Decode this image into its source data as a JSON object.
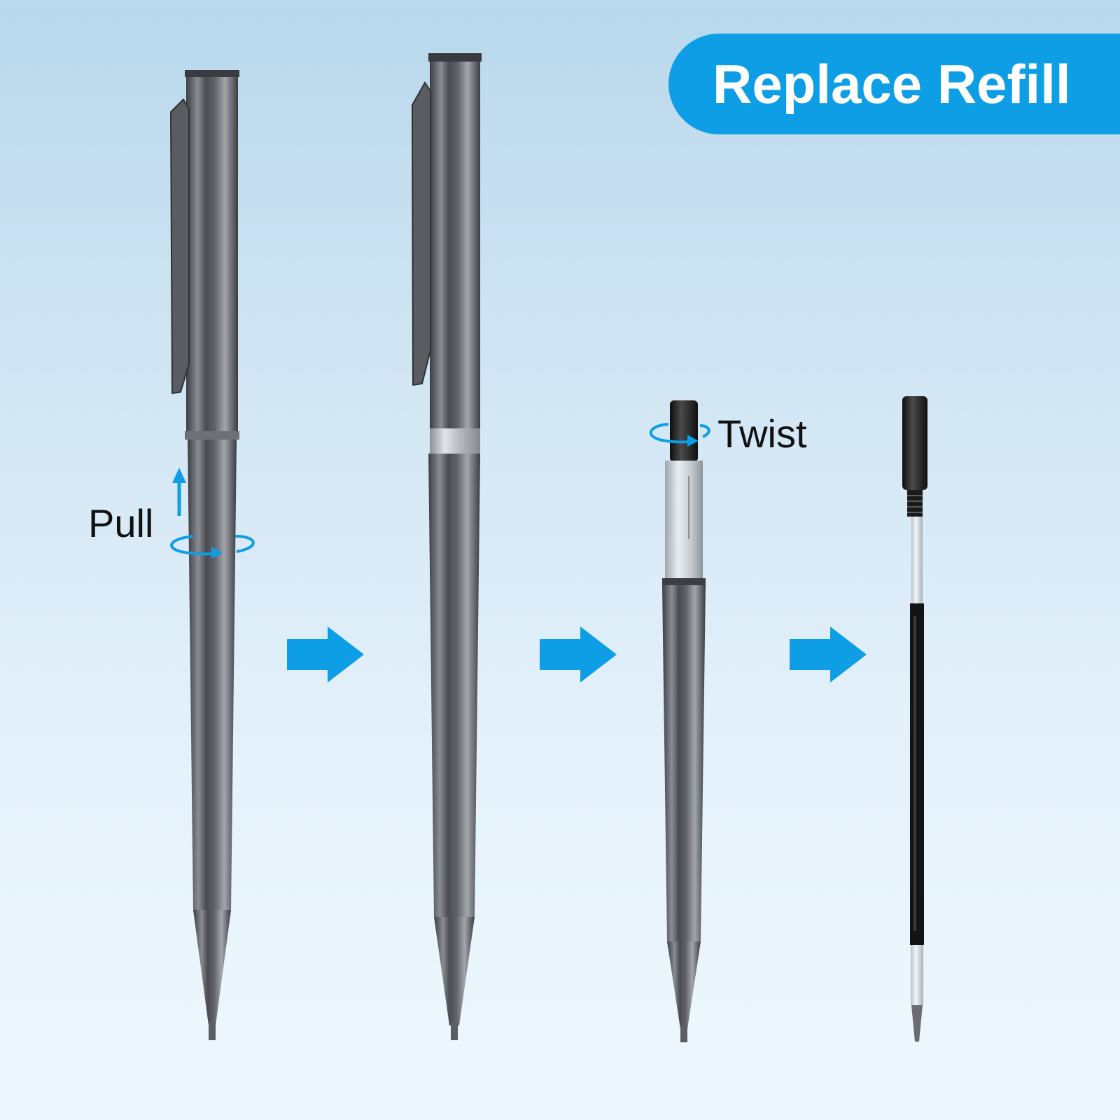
{
  "title": "Replace Refill",
  "steps": {
    "pull_label": "Pull",
    "twist_label": "Twist"
  },
  "colors": {
    "accent": "#0e9ee6",
    "banner_text": "#ffffff",
    "label_text": "#111111",
    "pen_body": "#55575d",
    "refill_ink": "#141414"
  },
  "icons": {
    "step_arrow": "right-arrow-icon",
    "pull_arrow": "up-arrow-icon",
    "rotate": "rotate-icon"
  }
}
